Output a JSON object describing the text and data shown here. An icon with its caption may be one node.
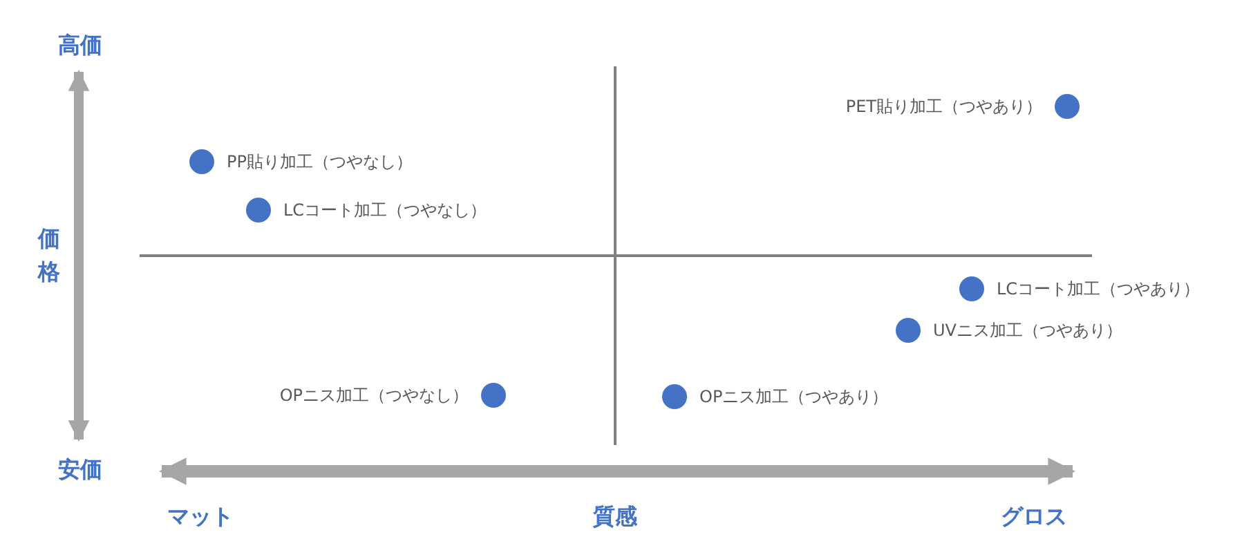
{
  "diagram": {
    "nodes": [
      {
        "text": [],
        "shape": "circle",
        "beside": [
          "PET貼り加工（つやあり）"
        ]
      },
      {
        "text": [],
        "shape": "circle",
        "beside": [
          "PP貼り加工（つやなし）"
        ]
      },
      {
        "text": [],
        "shape": "circle",
        "beside": [
          "LCコート加工（つやなし）"
        ]
      },
      {
        "text": [],
        "shape": "circle",
        "beside": [
          "LCコート加工（つやあり）"
        ]
      },
      {
        "text": [],
        "shape": "circle",
        "beside": [
          "UVニス加工（つやあり）"
        ]
      },
      {
        "text": [],
        "shape": "circle",
        "beside": [
          "OPニス加工（つやなし）"
        ]
      },
      {
        "text": [],
        "shape": "circle",
        "beside": [
          "OPニス加工（つやあり）"
        ]
      }
    ],
    "edges": [],
    "labels": [
      "高価",
      "価格",
      "安価",
      "マット",
      "質感",
      "グロス"
    ]
  }
}
